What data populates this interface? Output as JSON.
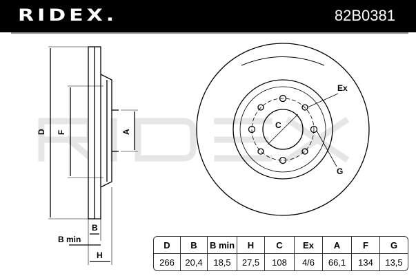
{
  "header": {
    "brand": "RIDEX.",
    "part_number": "82B0381"
  },
  "drawing": {
    "labels": {
      "D": "D",
      "F": "F",
      "A": "A",
      "B": "B",
      "B_min": "B min",
      "H": "H",
      "C": "C",
      "Ex": "Ex",
      "G": "G"
    },
    "watermark": "RIDEX"
  },
  "table": {
    "headers": [
      "D",
      "B",
      "B min",
      "H",
      "C",
      "Ex",
      "A",
      "F",
      "G"
    ],
    "values": [
      "266",
      "20,4",
      "18,5",
      "27,5",
      "108",
      "4/6",
      "66,1",
      "134",
      "13,5"
    ]
  }
}
